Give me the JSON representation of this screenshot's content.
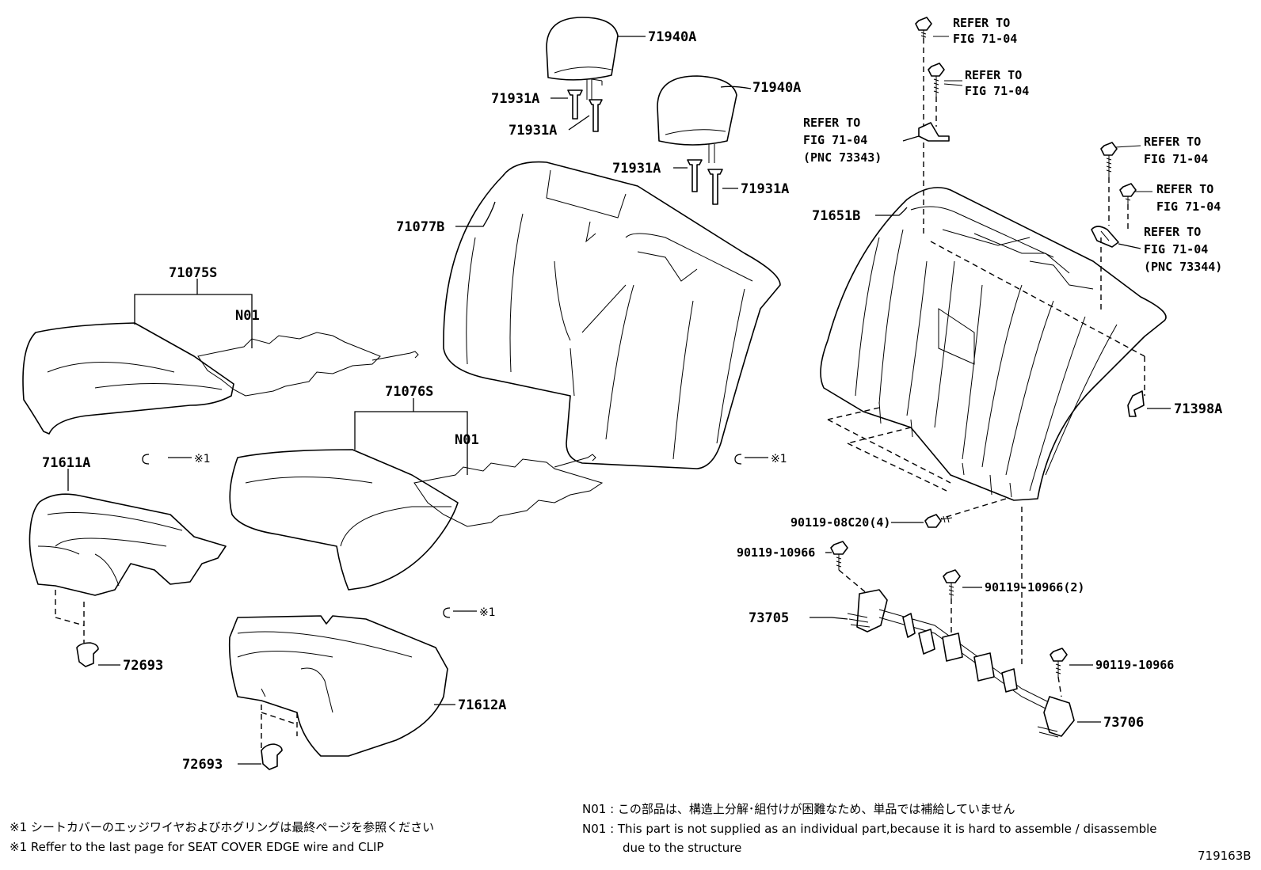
{
  "labels": {
    "headrest_1": "71940A",
    "headrest_2": "71940A",
    "support_1": "71931A",
    "support_2": "71931A",
    "support_3": "71931A",
    "support_4": "71931A",
    "back_cover": "71077B",
    "back_pad": "71651B",
    "cushion_cover_1": "71075S",
    "cushion_cover_2": "71076S",
    "n01_1": "N01",
    "n01_2": "N01",
    "pad_1": "71611A",
    "pad_2": "71612A",
    "clip_1": "72693",
    "clip_2": "72693",
    "hook": "71398A",
    "bolt_a": "90119-08C20(4)",
    "bolt_b": "90119-10966",
    "bolt_c": "90119-10966(2)",
    "bolt_d": "90119-10966",
    "hinge_1": "73705",
    "hinge_2": "73706"
  },
  "refs": {
    "r1_l1": "REFER TO",
    "r1_l2": "FIG 71-04",
    "r2_l1": "REFER TO",
    "r2_l2": "FIG 71-04",
    "r3_l1": "REFER TO",
    "r3_l2": "FIG 71-04",
    "r3_l3": "(PNC 73343)",
    "r4_l1": "REFER TO",
    "r4_l2": "FIG 71-04",
    "r5_l1": "REFER TO",
    "r5_l2": "FIG 71-04",
    "r6_l1": "REFER TO",
    "r6_l2": "FIG 71-04",
    "r6_l3": "(PNC 73344)"
  },
  "symbols": {
    "s1": "※1",
    "s2": "※1",
    "s3": "※1"
  },
  "notes": {
    "jp_footnote": "※1 シートカバーのエッジワイヤおよびホグリングは最終ページを参照ください",
    "en_footnote": "※1 Reffer to the last page for SEAT COVER EDGE wire and CLIP",
    "n01_jp": "N01 : この部品は、構造上分解･組付けが困難なため、単品では補給していません",
    "n01_en_1": "N01 : This part is not supplied as an individual part,because it is hard to assemble / disassemble",
    "n01_en_2": "due to the structure",
    "figure_id": "719163B"
  }
}
